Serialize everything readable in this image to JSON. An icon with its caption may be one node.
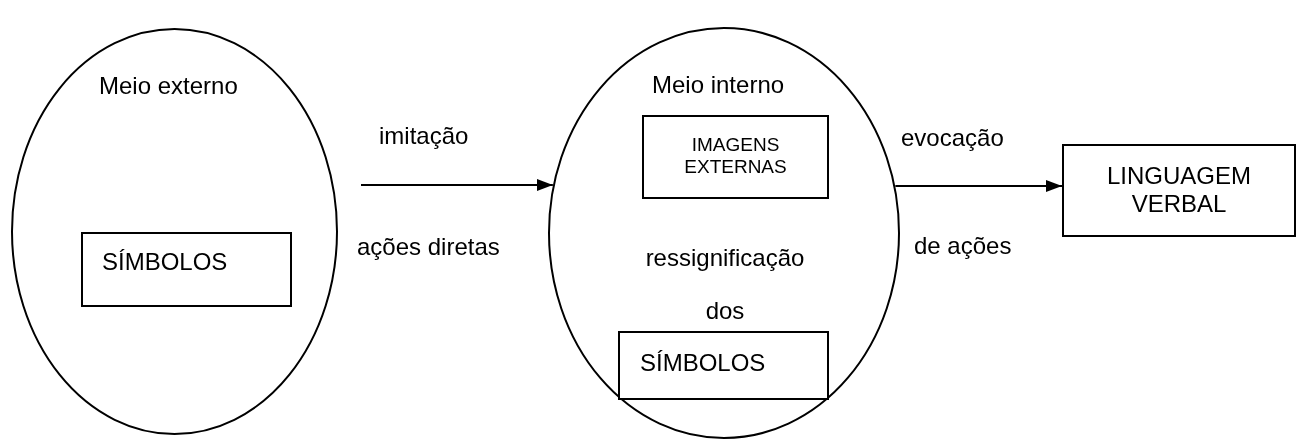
{
  "diagram": {
    "nodes": [
      {
        "text": [
          "Meio externo"
        ]
      },
      {
        "text": [
          "SÍMBOLOS"
        ],
        "in": 0
      },
      {
        "text": [
          "Meio interno",
          "ressignificação dos"
        ]
      },
      {
        "text": [
          "IMAGENS EXTERNAS"
        ],
        "in": 2
      },
      {
        "text": [
          "SÍMBOLOS"
        ],
        "in": 2
      },
      {
        "text": [
          "LINGUAGEM VERBAL"
        ]
      }
    ],
    "edges": [
      {
        "from": null,
        "to": 2,
        "arrow": "to",
        "label": "imitação"
      },
      {
        "from": 2,
        "to": 5,
        "arrow": "to",
        "label": "evocação"
      }
    ],
    "labels": [
      "ações diretas",
      "de ações"
    ]
  }
}
